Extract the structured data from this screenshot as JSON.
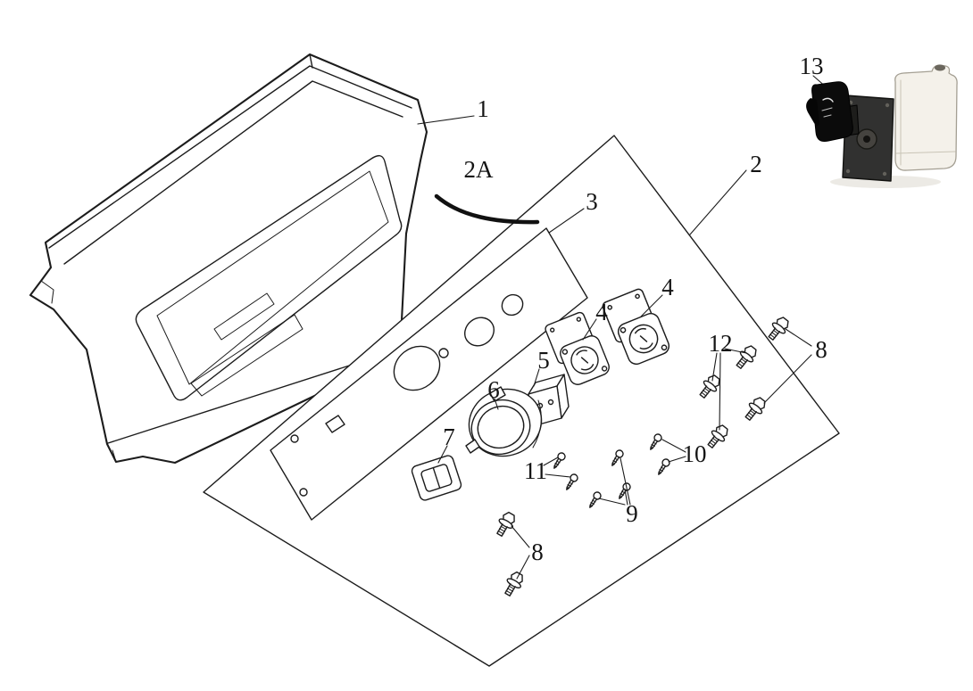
{
  "diagram": {
    "colors": {
      "background": "#ffffff",
      "line": "#1c1c1c",
      "label_text": "#141414",
      "part13_body": "#0b0b0b",
      "part13_plate": "#313130",
      "part13_tank": "#f4f1ea"
    },
    "callouts": [
      "1",
      "2A",
      "2",
      "3",
      "4",
      "4",
      "5",
      "6",
      "7",
      "8",
      "8",
      "9",
      "10",
      "11",
      "12",
      "13"
    ]
  }
}
